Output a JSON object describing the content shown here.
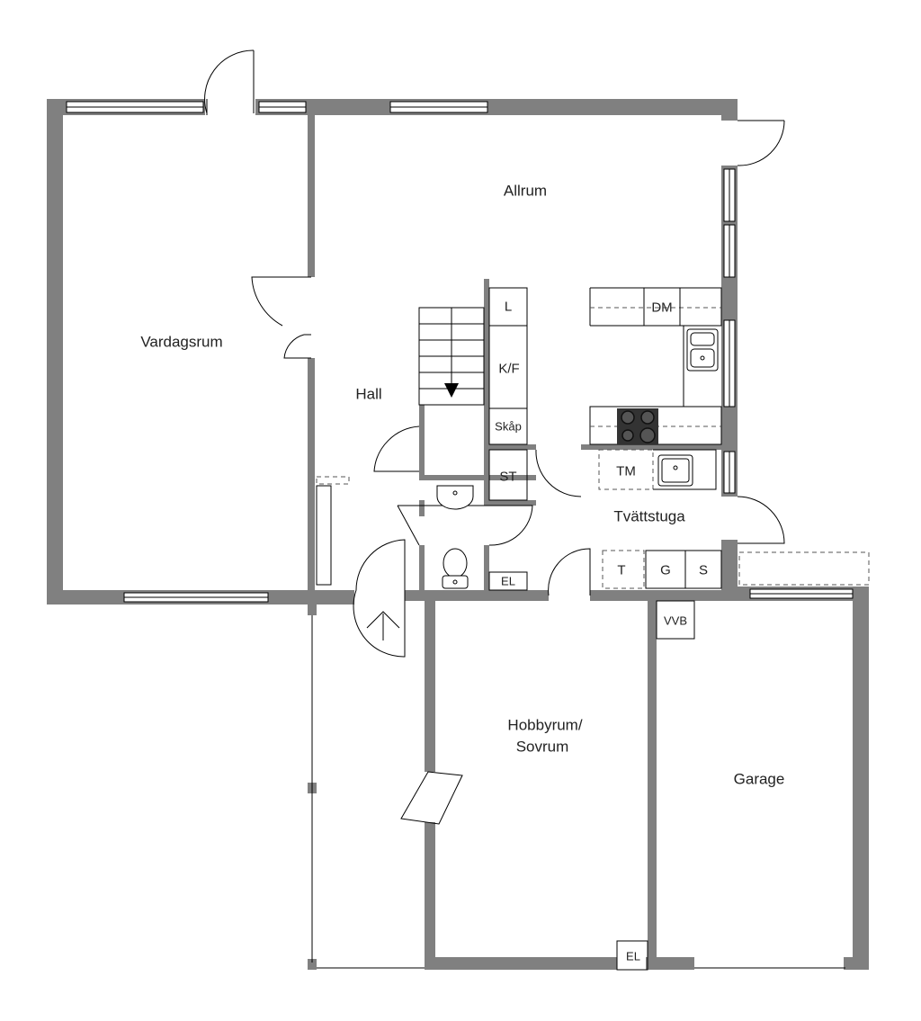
{
  "rooms": {
    "allrum": "Allrum",
    "vardagsrum": "Vardagsrum",
    "hall": "Hall",
    "tvattstuga": "Tvättstuga",
    "hobbyrum_line1": "Hobbyrum/",
    "hobbyrum_line2": "Sovrum",
    "garage": "Garage"
  },
  "fixtures": {
    "linen": "L",
    "fridge_freezer": "K/F",
    "closet": "Skåp",
    "storage": "ST",
    "dishwasher": "DM",
    "washer": "TM",
    "dryer": "T",
    "g_unit": "G",
    "s_unit": "S",
    "water_heater": "VVB",
    "electric_hall": "EL",
    "electric_hobby": "EL"
  },
  "icons": [
    "stair-down-arrow-icon",
    "entrance-arrow-icon",
    "stove-icon",
    "sink-icon",
    "washbasin-icon",
    "toilet-icon",
    "door-swing-icon",
    "window-icon"
  ],
  "colors": {
    "wall": "#808080",
    "line": "#000000",
    "background": "#ffffff",
    "stove": "#333333"
  }
}
